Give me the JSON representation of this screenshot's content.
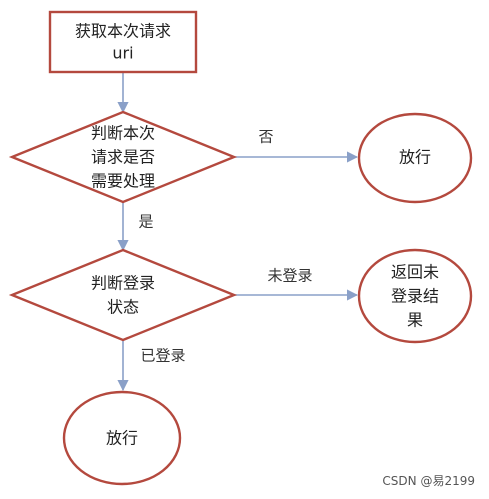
{
  "colors": {
    "shape_stroke": "#b4493e",
    "arrow": "#8aa0c8",
    "text": "#222222"
  },
  "nodes": {
    "start": {
      "line1": "获取本次请求",
      "line2": "uri"
    },
    "decision_need": {
      "line1": "判断本次",
      "line2": "请求是否",
      "line3": "需要处理"
    },
    "pass_top": {
      "label": "放行"
    },
    "decision_login": {
      "line1": "判断登录",
      "line2": "状态"
    },
    "return_result": {
      "line1": "返回未",
      "line2": "登录结",
      "line3": "果"
    },
    "pass_bottom": {
      "label": "放行"
    }
  },
  "edges": {
    "no": "否",
    "yes": "是",
    "not_logged_in": "未登录",
    "logged_in": "已登录"
  },
  "watermark": "CSDN @易2199"
}
